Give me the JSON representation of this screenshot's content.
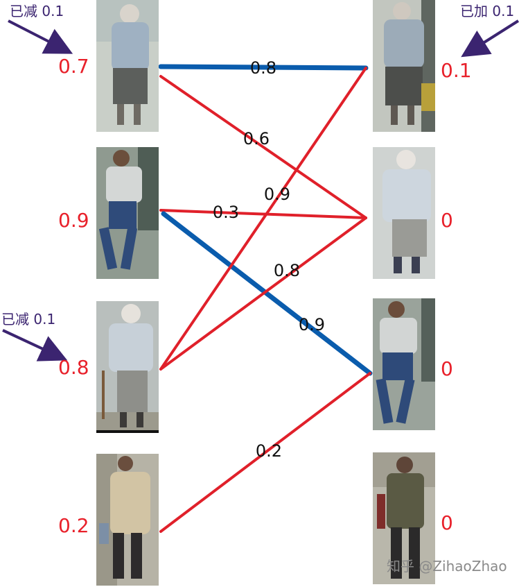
{
  "left_nodes": [
    {
      "id": "L1",
      "score": "0.7"
    },
    {
      "id": "L2",
      "score": "0.9"
    },
    {
      "id": "L3",
      "score": "0.8"
    },
    {
      "id": "L4",
      "score": "0.2"
    }
  ],
  "right_nodes": [
    {
      "id": "R1",
      "score": "0.1"
    },
    {
      "id": "R2",
      "score": "0"
    },
    {
      "id": "R3",
      "score": "0"
    },
    {
      "id": "R4",
      "score": "0"
    }
  ],
  "edges": [
    {
      "from": "L1",
      "to": "R1",
      "weight": "0.8",
      "color": "#0a5cad",
      "highlight": true
    },
    {
      "from": "L1",
      "to": "R2",
      "weight": "0.6",
      "color": "#e0202a",
      "highlight": false
    },
    {
      "from": "L2",
      "to": "R2",
      "weight": "0.3",
      "color": "#e0202a",
      "highlight": false
    },
    {
      "from": "L2",
      "to": "R3",
      "weight": "0.9",
      "color": "#0a5cad",
      "highlight": true
    },
    {
      "from": "L3",
      "to": "R1",
      "weight": "0.9",
      "color": "#e0202a",
      "highlight": false
    },
    {
      "from": "L3",
      "to": "R2",
      "weight": "0.8",
      "color": "#e0202a",
      "highlight": false
    },
    {
      "from": "L4",
      "to": "R3",
      "weight": "0.2",
      "color": "#e0202a",
      "highlight": false
    }
  ],
  "annotations": {
    "left_top": "已减 0.1",
    "left_mid": "已减 0.1",
    "right_top": "已加 0.1"
  },
  "watermark": "知乎 @ZihaoZhao",
  "colors": {
    "score_text": "#e8202a",
    "annotation": "#3b2470",
    "arrow": "#3b2470",
    "edge_blue": "#0a5cad",
    "edge_red": "#e0202a"
  }
}
